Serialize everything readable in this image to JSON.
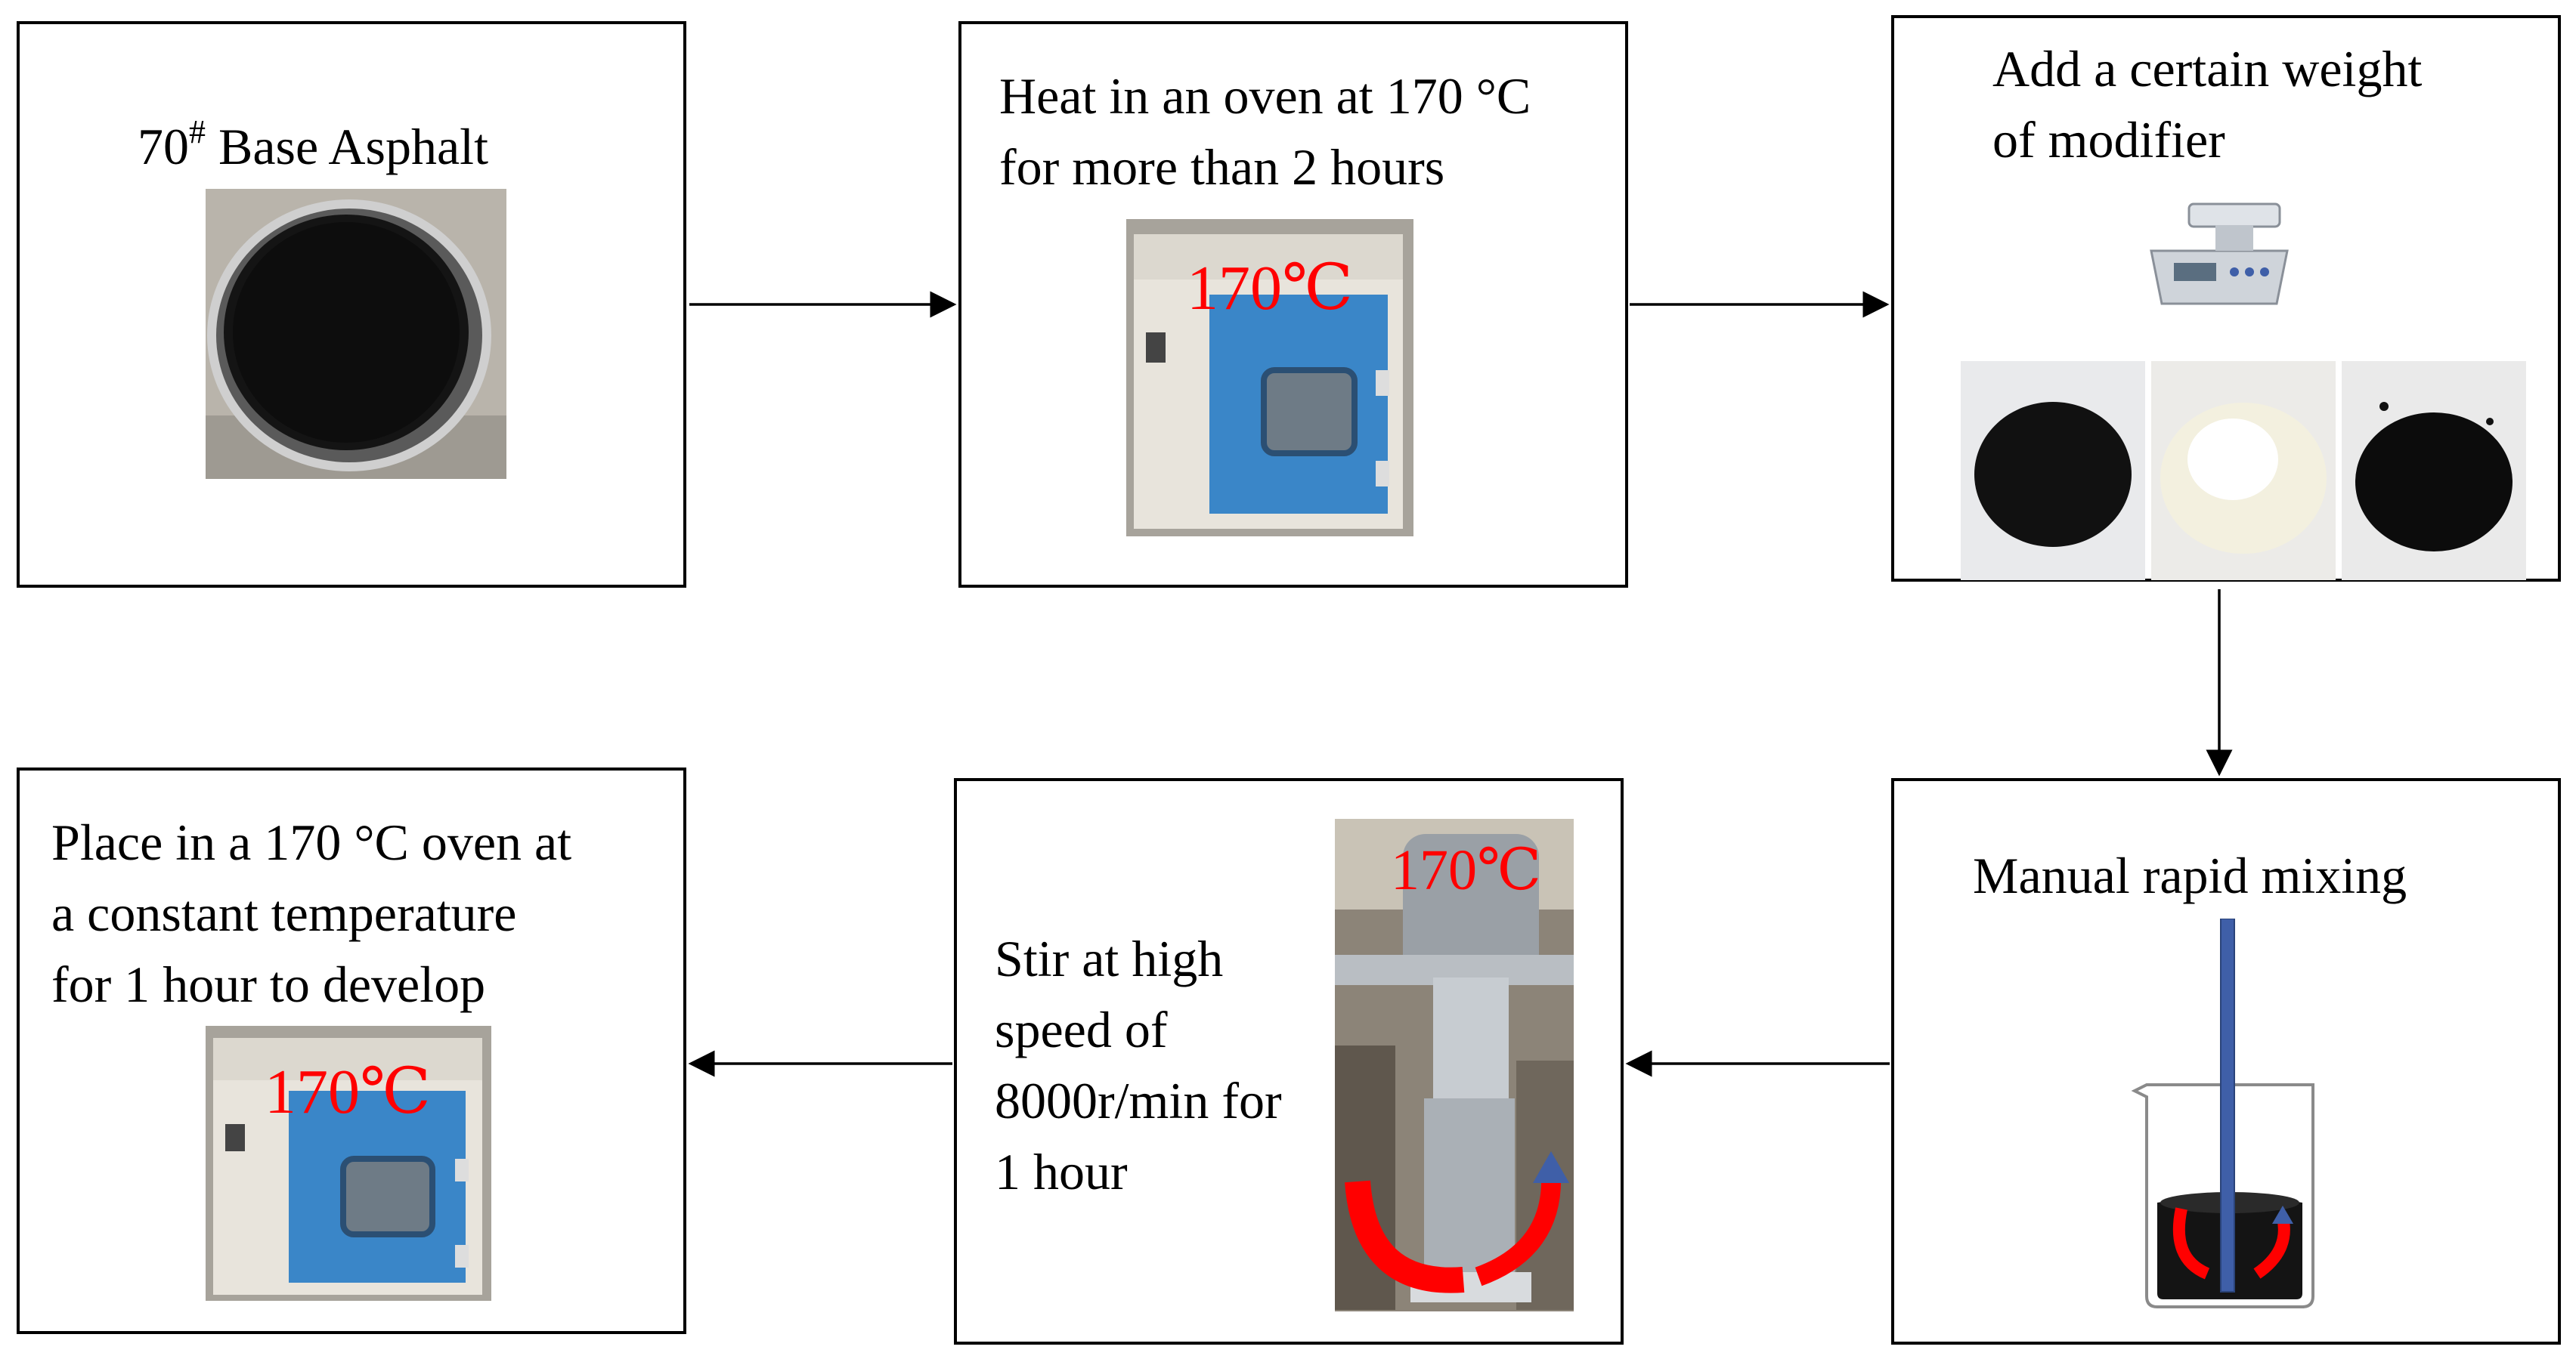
{
  "steps": [
    {
      "id": "base-asphalt",
      "lines": [
        "70 # Base Asphalt"
      ]
    },
    {
      "id": "heat-oven",
      "lines": [
        "Heat in an oven at 170 °C",
        "for more than 2 hours"
      ],
      "label": "170℃"
    },
    {
      "id": "add-modifier",
      "lines": [
        "Add a certain weight",
        "of modifier"
      ]
    },
    {
      "id": "manual-mixing",
      "lines": [
        "Manual rapid mixing"
      ]
    },
    {
      "id": "high-speed-stir",
      "lines": [
        "Stir at high",
        "speed of",
        "8000r/min for",
        "1 hour"
      ],
      "label": "170℃"
    },
    {
      "id": "develop",
      "lines": [
        "Place in a 170 °C oven at",
        "a constant temperature",
        "for 1 hour to develop"
      ],
      "label": "170℃"
    }
  ],
  "base_asphalt": {
    "number": "70",
    "superscript": "#",
    "text": "Base Asphalt"
  },
  "colors": {
    "stroke": "#000000",
    "accent_red": "#ff0000",
    "oven_blue": "#3a86c8",
    "rod_blue": "#3f5fa8",
    "asphalt": "#141414"
  }
}
